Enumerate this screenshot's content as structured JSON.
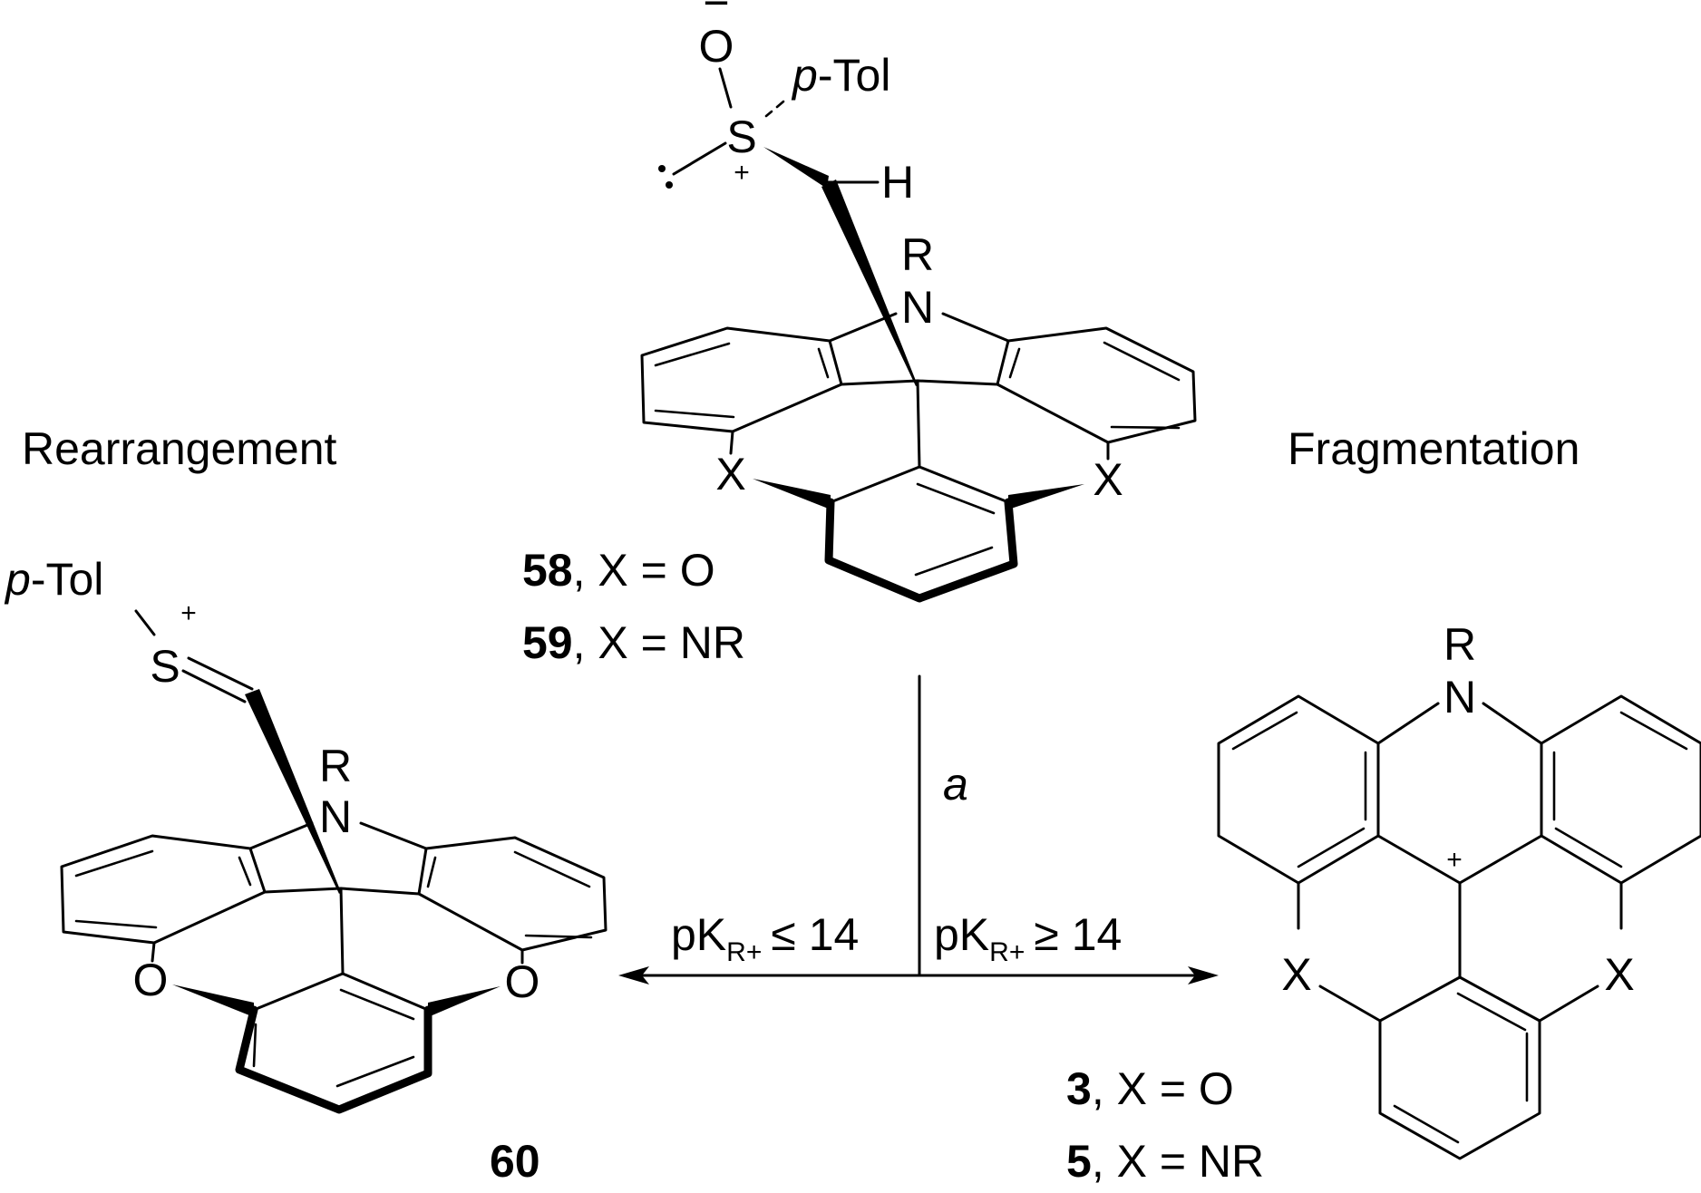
{
  "labels": {
    "rearrangement": "Rearrangement",
    "fragmentation": "Fragmentation",
    "condition": "a",
    "pk_left": "pK",
    "pk_left_sub": "R+",
    "pk_left_rel": "≤ 14",
    "pk_right": "pK",
    "pk_right_sub": "R+",
    "pk_right_rel": "≥ 14"
  },
  "compounds": {
    "c58": {
      "number": "58",
      "def": ", X = O"
    },
    "c59": {
      "number": "59",
      "def": ", X = NR"
    },
    "c60": {
      "number": "60"
    },
    "c3": {
      "number": "3",
      "def": ", X = O"
    },
    "c5": {
      "number": "5",
      "def": ", X = NR"
    }
  },
  "atoms": {
    "O": "O",
    "S": "S",
    "H": "H",
    "N": "N",
    "R": "R",
    "X": "X",
    "ptol_p": "p",
    "ptol_rest": "-Tol",
    "plus": "+",
    "minus": "−"
  }
}
